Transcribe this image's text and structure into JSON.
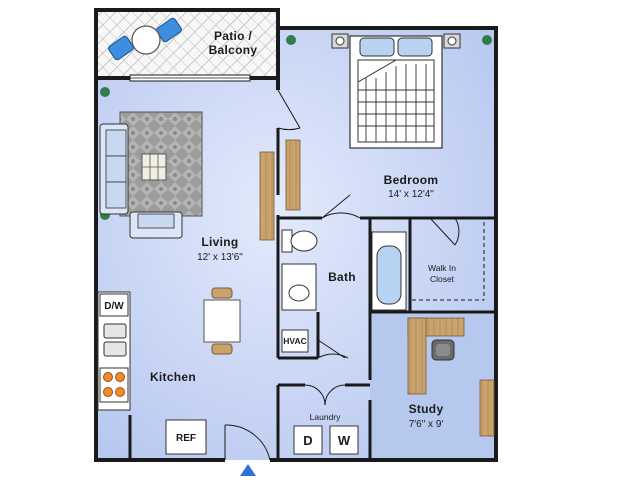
{
  "rooms": {
    "patio": {
      "name_line1": "Patio /",
      "name_line2": "Balcony"
    },
    "bedroom": {
      "name": "Bedroom",
      "dims": "14' x 12'4\""
    },
    "living": {
      "name": "Living",
      "dims": "12' x 13'6\""
    },
    "bath": {
      "name": "Bath"
    },
    "closet": {
      "name_line1": "Walk In",
      "name_line2": "Closet"
    },
    "kitchen": {
      "name": "Kitchen"
    },
    "study": {
      "name": "Study",
      "dims": "7'6\" x 9'"
    },
    "laundry": {
      "name": "Laundry"
    }
  },
  "appliances": {
    "dishwasher": "D/W",
    "refrigerator": "REF",
    "hvac": "HVAC",
    "dryer": "D",
    "washer": "W"
  },
  "colors": {
    "floor": "#b9c9ef",
    "floor_light": "#dde6fb",
    "wall": "#1a1a1a",
    "entry_marker": "#2f6fd6",
    "wood": "#c9a36b",
    "carpet_rug": "#9e9e9e"
  }
}
